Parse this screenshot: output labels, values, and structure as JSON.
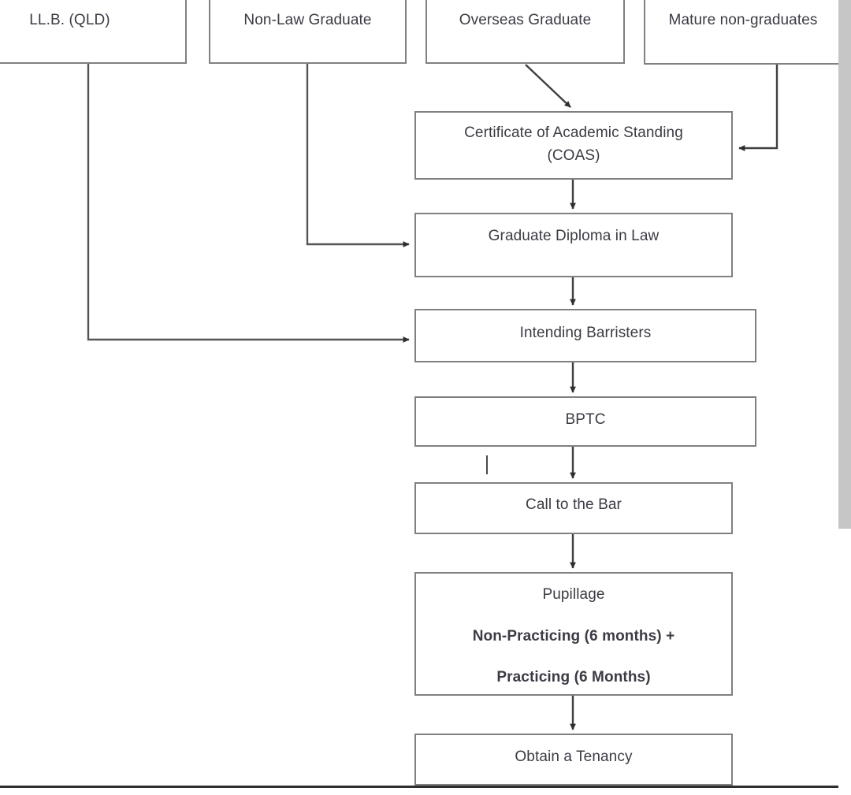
{
  "document": {
    "title": "Pathway to the Bar flowchart",
    "bottom_rule": "",
    "artifact_mark": ""
  },
  "theme": {
    "box_border": "#808080",
    "text_color": "#3b3b45",
    "connector_color": "#3f3f3f",
    "background": "#ffffff",
    "scrollbar_thumb": "#c6c6c6",
    "bottom_rule": "#2f2f2f"
  },
  "nodes": {
    "llb": {
      "label": "LL.B. (QLD)"
    },
    "non_law_graduate": {
      "label": "Non-Law Graduate"
    },
    "overseas_graduate": {
      "label": "Overseas Graduate"
    },
    "mature_non_graduates": {
      "label": "Mature non-graduates"
    },
    "coas": {
      "line1": "Certificate of Academic Standing",
      "line2": "(COAS)"
    },
    "graduate_diploma": {
      "label": "Graduate Diploma in Law"
    },
    "intending_barristers": {
      "label": "Intending Barristers"
    },
    "bptc": {
      "label": "BPTC"
    },
    "call_to_the_bar": {
      "label": "Call to the Bar"
    },
    "pupillage": {
      "line1": "Pupillage",
      "line2": "Non-Practicing (6 months) +",
      "line3": "Practicing (6 Months)"
    },
    "obtain_tenancy": {
      "label": "Obtain a Tenancy"
    }
  },
  "edges": [
    {
      "id": "llb-to-intending",
      "from": "llb",
      "to": "intending_barristers",
      "style": "elbow-down-right"
    },
    {
      "id": "nonlaw-to-gdl",
      "from": "non_law_graduate",
      "to": "graduate_diploma",
      "style": "elbow-down-right"
    },
    {
      "id": "overseas-to-coas",
      "from": "overseas_graduate",
      "to": "coas",
      "style": "diagonal"
    },
    {
      "id": "mature-to-coas",
      "from": "mature_non_graduates",
      "to": "coas",
      "style": "elbow-down-left"
    },
    {
      "id": "coas-to-gdl",
      "from": "coas",
      "to": "graduate_diploma",
      "style": "straight-down"
    },
    {
      "id": "gdl-to-intending",
      "from": "graduate_diploma",
      "to": "intending_barristers",
      "style": "straight-down"
    },
    {
      "id": "intending-to-bptc",
      "from": "intending_barristers",
      "to": "bptc",
      "style": "straight-down"
    },
    {
      "id": "bptc-to-call",
      "from": "bptc",
      "to": "call_to_the_bar",
      "style": "straight-down"
    },
    {
      "id": "call-to-pupillage",
      "from": "call_to_the_bar",
      "to": "pupillage",
      "style": "straight-down"
    },
    {
      "id": "pupillage-to-tenancy",
      "from": "pupillage",
      "to": "obtain_tenancy",
      "style": "straight-down"
    }
  ],
  "scrollbar": {
    "orientation": "vertical",
    "thumb_label": ""
  }
}
